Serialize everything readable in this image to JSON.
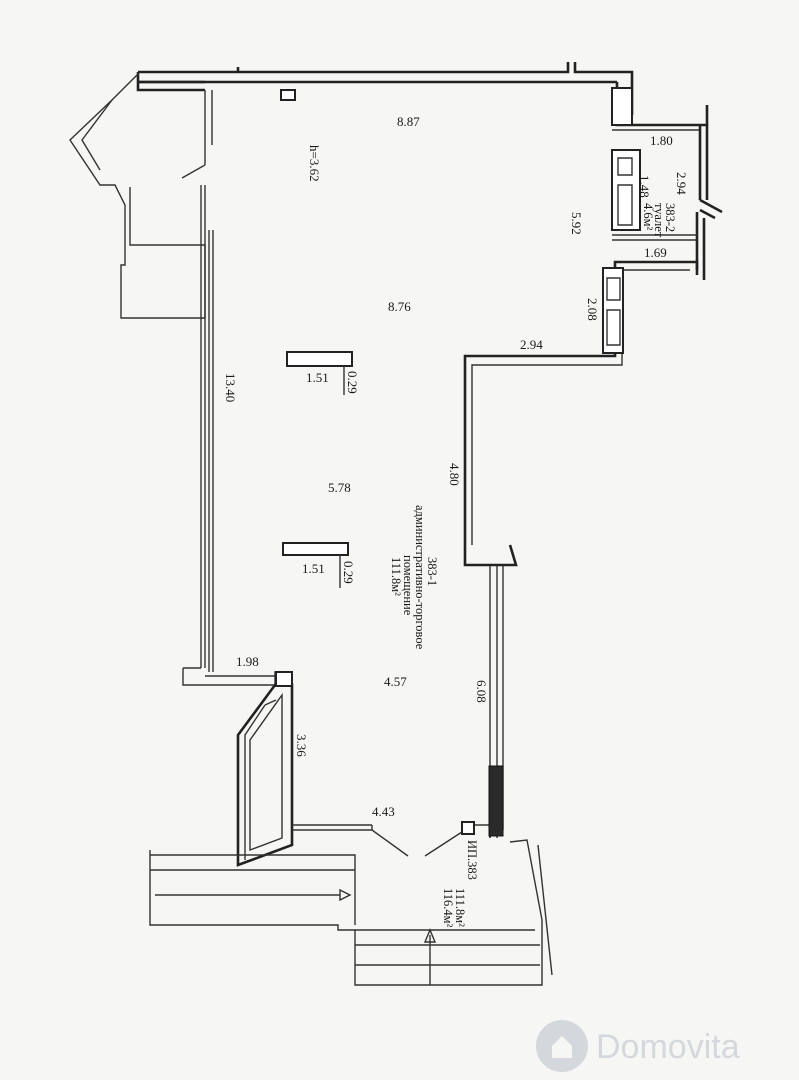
{
  "dimensions": {
    "top_width": "8.87",
    "ceiling_height": "h=3.62",
    "wc_width": "1.80",
    "wc_height": "2.94",
    "wc_inner": "1.48",
    "right_upper": "5.92",
    "notch_width": "1.69",
    "mid_width": "8.76",
    "notch_depth": "2.08",
    "step_width": "2.94",
    "left_length": "13.40",
    "column_1_len": "1.51",
    "column_1_wid": "0.29",
    "right_mid": "4.80",
    "center_width": "5.78",
    "column_2_len": "1.51",
    "column_2_wid": "0.29",
    "lower_left_width": "1.98",
    "lower_width": "4.57",
    "right_lower": "6.08",
    "bay_depth": "3.36",
    "entrance_width": "4.43"
  },
  "rooms": {
    "wc": {
      "number": "383-2",
      "name": "туалет",
      "area": "4.6м²"
    },
    "main": {
      "number": "383-1",
      "name_line1": "административно-торговое",
      "name_line2": "помещение",
      "area": "111.8м²"
    },
    "summary": {
      "unit": "ИП.383",
      "area_main": "111.8м²",
      "area_total": "116.4м²"
    }
  },
  "watermark": {
    "brand": "Domovita",
    "color": "#c9ced4"
  }
}
